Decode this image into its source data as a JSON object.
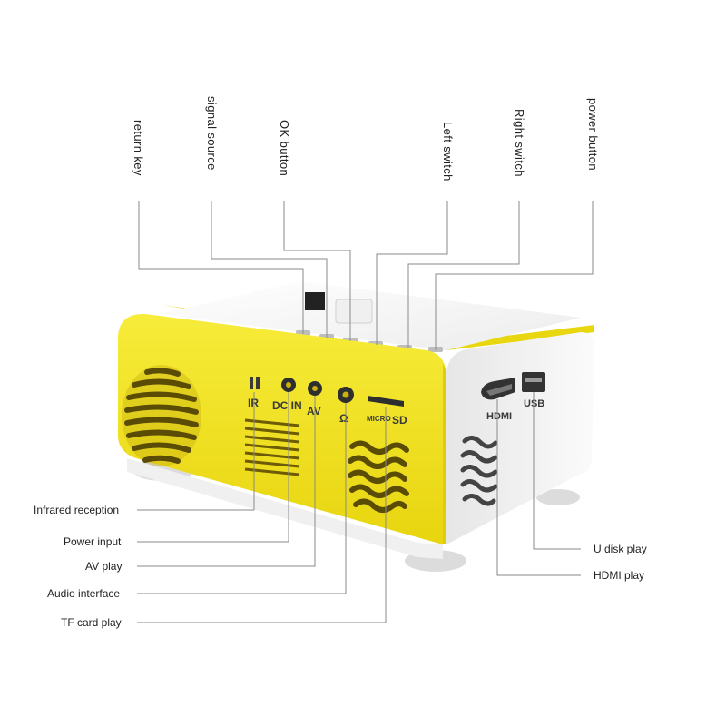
{
  "top_callouts": [
    {
      "id": "return-key",
      "label": "return key"
    },
    {
      "id": "signal-source",
      "label": "signal source"
    },
    {
      "id": "ok-button",
      "label": "OK button"
    },
    {
      "id": "left-switch",
      "label": "Left switch"
    },
    {
      "id": "right-switch",
      "label": "Right switch"
    },
    {
      "id": "power-button",
      "label": "power button"
    }
  ],
  "left_callouts": [
    {
      "id": "infrared-reception",
      "label": "Infrared reception"
    },
    {
      "id": "power-input",
      "label": "Power input"
    },
    {
      "id": "av-play",
      "label": "AV play"
    },
    {
      "id": "audio-interface",
      "label": "Audio interface"
    },
    {
      "id": "tf-card-play",
      "label": "TF card play"
    }
  ],
  "right_callouts": [
    {
      "id": "u-disk-play",
      "label": "U disk play"
    },
    {
      "id": "hdmi-play",
      "label": "HDMI play"
    }
  ],
  "device_print": {
    "ir": "IR",
    "dc_in": "DC IN",
    "av": "AV",
    "micro_sd_a": "MICRO",
    "micro_sd_b": "SD",
    "hdmi": "HDMI",
    "usb": "USB"
  },
  "colors": {
    "body_yellow": "#f1e31f",
    "body_white": "#f5f5f5",
    "leader_line": "#8a8a8a"
  }
}
